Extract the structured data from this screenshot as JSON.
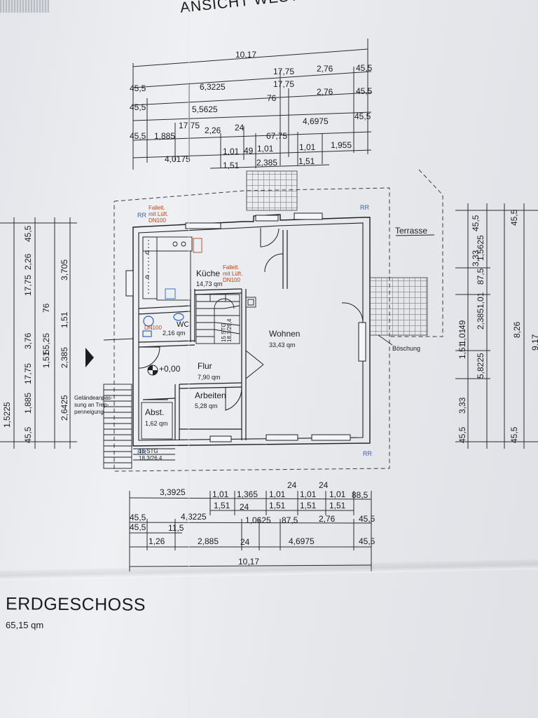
{
  "titles": {
    "top": "ANSICHT WEST",
    "floor": "ERDGESCHOSS",
    "floor_area": "65,15 qm"
  },
  "rooms": [
    {
      "id": "kueche",
      "name": "Küche",
      "area": "14,73 qm"
    },
    {
      "id": "wohnen",
      "name": "Wohnen",
      "area": "33,43 qm"
    },
    {
      "id": "wc",
      "name": "WC",
      "area": "2,16 qm"
    },
    {
      "id": "flur",
      "name": "Flur",
      "area": "7,90 qm"
    },
    {
      "id": "arbeiten",
      "name": "Arbeiten",
      "area": "5,28 qm"
    },
    {
      "id": "abst",
      "name": "Abst.",
      "area": "1,62 qm"
    }
  ],
  "labels": {
    "terrasse": "Terrasse",
    "boeschung": "Böschung",
    "level": "+0,00",
    "rr": "RR",
    "fallleitung": [
      "Fallelt.",
      "mit Lüft.",
      "DN100"
    ],
    "dn100": "DN100",
    "gelaende": [
      "Geländeanpas-",
      "sung an Trep-",
      "penneigung"
    ],
    "stair_main": [
      "15 STG",
      "18,3/26,4"
    ],
    "stair_outside": [
      "15 STG",
      "18,3/26,4"
    ]
  },
  "dimensions": {
    "top": [
      [
        "10,17"
      ],
      [
        "45,5",
        "6,3225",
        "17,75",
        "2,76",
        "45,5"
      ],
      [
        "45,5",
        "5,5625",
        "17,75",
        "76",
        "2,76",
        "45,5"
      ],
      [
        "45,5",
        "1,885",
        "17,75",
        "2,26",
        "24",
        "4,6975",
        "45,5"
      ],
      [
        "67,75"
      ],
      [
        "4,0175",
        "1,01",
        "49",
        "1,01",
        "1,01",
        "1,955"
      ],
      [
        "1,51",
        "2,385",
        "1,51"
      ]
    ],
    "bottom": [
      [
        "3,3925",
        "1,01",
        "1,365",
        "24",
        "1,01",
        "24",
        "1,01",
        "1,01",
        "88,5"
      ],
      [
        "1,51",
        "24",
        "1,51",
        "1,51",
        "1,51"
      ],
      [
        "45,5",
        "4,3225",
        "1,0625",
        "87,5",
        "2,76",
        "45,5"
      ],
      [
        "45,5",
        "11,5"
      ],
      [
        "1,26",
        "2,885",
        "24",
        "4,6975",
        "45,5"
      ],
      [
        "10,17"
      ]
    ],
    "left": [
      "45,5",
      "3,705",
      "2,26",
      "17,75",
      "1,51",
      "76",
      "55,25",
      "2,385",
      "1,51",
      "2,6425",
      "1,885",
      "17,75",
      "45,5",
      "3,76",
      "1,5225"
    ],
    "right": [
      "45,5",
      "45,5",
      "3,33",
      "87,5",
      "1,5625",
      "1,01",
      "49",
      "2,385",
      "1,51",
      "1,01",
      "8,26",
      "9,17",
      "5,8225",
      "3,33",
      "45,5",
      "45,5"
    ]
  },
  "colors": {
    "ink": "#1c1c1f",
    "blue_symbol": "#2a63c9",
    "red_note": "#b3441f",
    "paper": "#e9ebee"
  }
}
